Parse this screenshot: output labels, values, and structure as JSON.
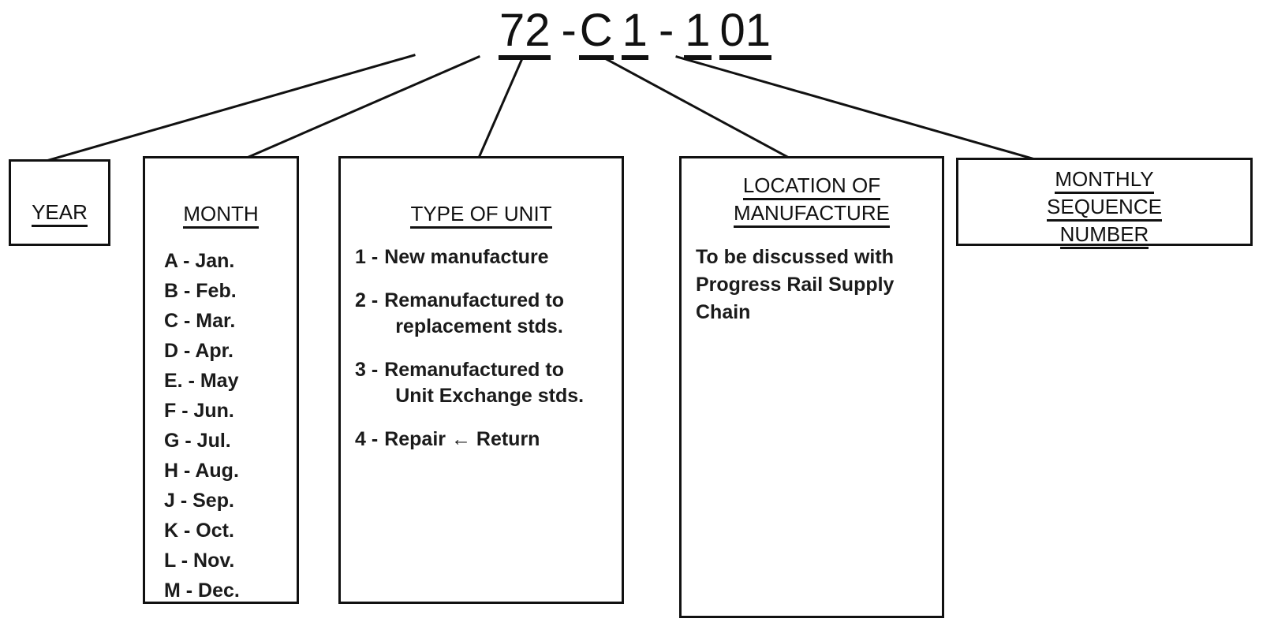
{
  "header": {
    "full_code": "72 -C 1 - 1 01",
    "segments": [
      {
        "text": "72",
        "underlined": true
      },
      {
        "text": "-",
        "underlined": false
      },
      {
        "text": "C",
        "underlined": true
      },
      {
        "text": "1",
        "underlined": true
      },
      {
        "text": "-",
        "underlined": false
      },
      {
        "text": "1",
        "underlined": true
      },
      {
        "text": "01",
        "underlined": true
      }
    ]
  },
  "boxes": {
    "year": {
      "title": "YEAR"
    },
    "month": {
      "title": "MONTH",
      "items": [
        "A - Jan.",
        "B - Feb.",
        "C - Mar.",
        "D - Apr.",
        "E. - May",
        "F - Jun.",
        "G - Jul.",
        "H - Aug.",
        "J - Sep.",
        "K - Oct.",
        "L - Nov.",
        "M - Dec."
      ]
    },
    "type_of_unit": {
      "title": "TYPE OF UNIT",
      "items": [
        {
          "num": "1 -",
          "line1": "New manufacture",
          "line2": ""
        },
        {
          "num": "2 -",
          "line1": "Remanufactured to",
          "line2": "replacement stds."
        },
        {
          "num": "3 -",
          "line1": "Remanufactured to",
          "line2": "Unit Exchange stds."
        },
        {
          "num": "4 -",
          "line1": "Repair ← Return",
          "line2": ""
        }
      ]
    },
    "location_of_manufacture": {
      "title_line1": "LOCATION OF",
      "title_line2": "MANUFACTURE",
      "body": "To be discussed with Progress Rail Supply Chain"
    },
    "monthly_sequence_number": {
      "title_line1": "MONTHLY",
      "title_line2": "SEQUENCE",
      "title_line3": "NUMBER"
    }
  },
  "colors": {
    "line": "#111111",
    "text": "#1b1b1b",
    "background": "#ffffff"
  }
}
